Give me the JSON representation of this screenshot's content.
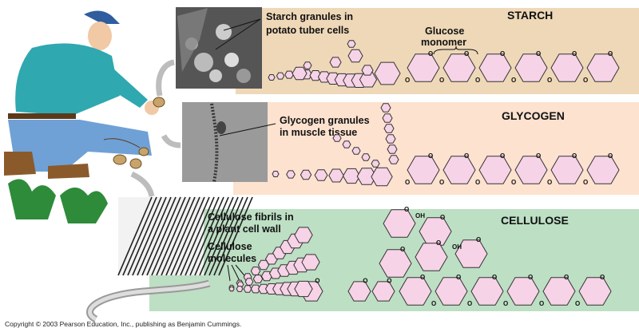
{
  "panels": {
    "starch": {
      "title": "STARCH",
      "label_line1": "Starch granules in",
      "label_line2": "potato tuber cells",
      "monomer_line1": "Glucose",
      "monomer_line2": "monomer",
      "color": "#EED8B8"
    },
    "glycogen": {
      "title": "GLYCOGEN",
      "label_line1": "Glycogen granules",
      "label_line2": "in muscle tissue",
      "color": "#FCE2CF"
    },
    "cellulose": {
      "title": "CELLULOSE",
      "label_line1": "Cellulose fibrils in",
      "label_line2": "a plant cell wall",
      "label3_line1": "Cellulose",
      "label3_line2": "molecules",
      "color": "#BDDFC4"
    }
  },
  "atoms": {
    "oxygen": "O",
    "hydroxyl": "OH"
  },
  "colors": {
    "ring_fill": "#F7D3E7",
    "ring_stroke": "#333333",
    "arrow": "#BDBDBD"
  },
  "copyright": "Copyright © 2003 Pearson Education, Inc., publishing as Benjamin Cummings."
}
